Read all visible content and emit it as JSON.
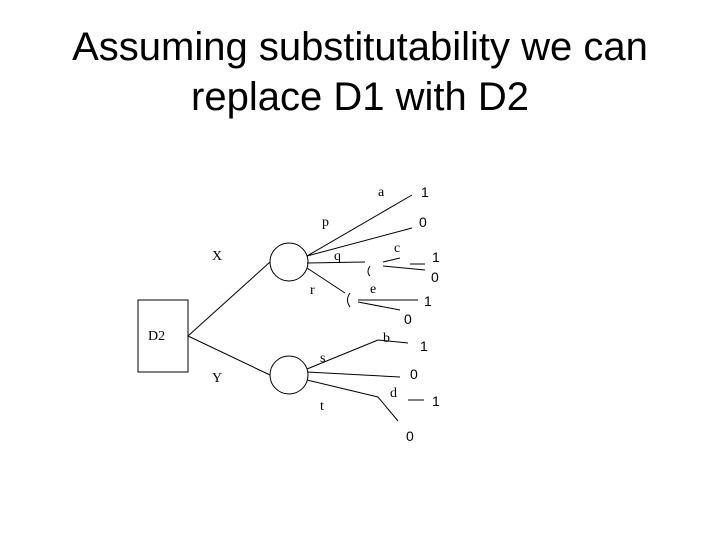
{
  "slide": {
    "title_line1": "Assuming substitutability we can",
    "title_line2": "replace D1 with D2"
  },
  "tree": {
    "decision_node": "D2",
    "branches": {
      "x": "X",
      "y": "Y"
    },
    "x_branches": {
      "p": "p",
      "q": "q",
      "r": "r"
    },
    "y_branches": {
      "s": "s",
      "t": "t"
    },
    "outcomes": {
      "a": "a",
      "a_val1": "1",
      "a_val2": "0",
      "c": "c",
      "c_val1": "1",
      "c_val2": "0",
      "e": "e",
      "e_val1": "1",
      "e_val2": "0",
      "b": "b",
      "b_val1": "1",
      "b_val2": "0",
      "d": "d",
      "d_val1": "1",
      "d_val2": "0"
    }
  }
}
